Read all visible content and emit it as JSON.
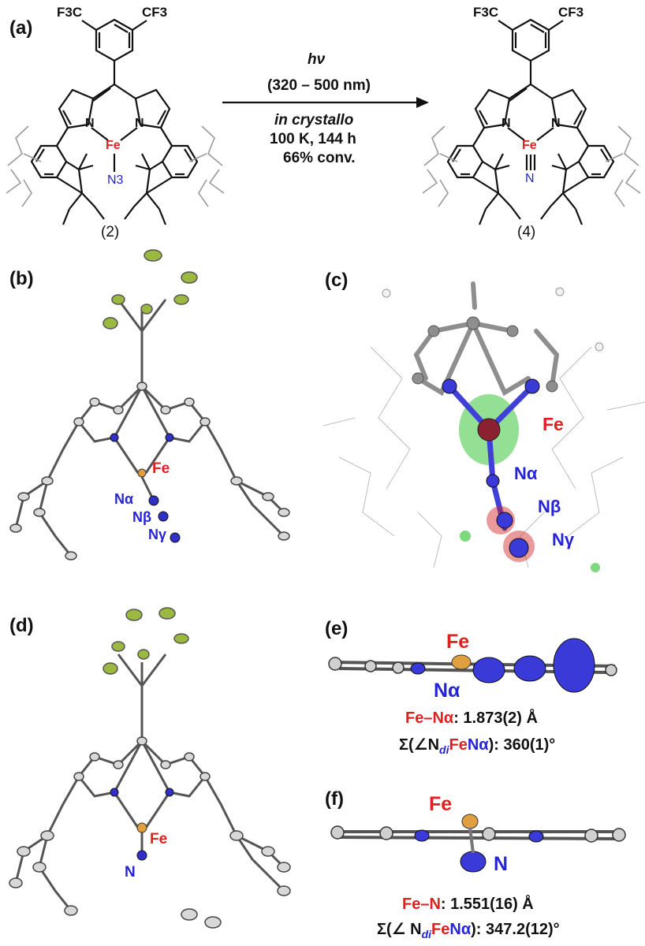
{
  "panel_labels": {
    "a": "(a)",
    "b": "(b)",
    "c": "(c)",
    "d": "(d)",
    "e": "(e)",
    "f": "(f)"
  },
  "substituent": {
    "left": "F3C",
    "right": "CF3"
  },
  "atoms": {
    "fe": "Fe",
    "n": "N",
    "n3": "N3",
    "na": "Nα",
    "nb": "Nβ",
    "ng": "Nγ"
  },
  "reaction": {
    "hv": "hν",
    "range": "(320 – 500 nm)",
    "mode": "in crystallo",
    "temp_time": "100 K, 144 h",
    "conversion": "66% conv."
  },
  "compounds": {
    "start": "(2)",
    "product": "(4)"
  },
  "colors": {
    "fe": "#e02020",
    "n": "#2424d6",
    "f": "#9bb840",
    "fe_atom": "#e0a040",
    "density_pos": "#28c028",
    "density_neg": "#d02020"
  },
  "captions": {
    "e_bond_label": "Fe–Nα",
    "e_bond_value": ": 1.873(2) Å",
    "e_sum_prefix": "Σ(∠N",
    "e_sum_di": "di",
    "e_sum_fe": "Fe",
    "e_sum_na": "Nα",
    "e_sum_value": "): 360(1)°",
    "f_bond_label": "Fe–N",
    "f_bond_value": ": 1.551(16) Å",
    "f_sum_prefix": "Σ(∠ N",
    "f_sum_di": "di",
    "f_sum_fe": "Fe",
    "f_sum_na": "Nα",
    "f_sum_value": "): 347.2(12)°"
  }
}
